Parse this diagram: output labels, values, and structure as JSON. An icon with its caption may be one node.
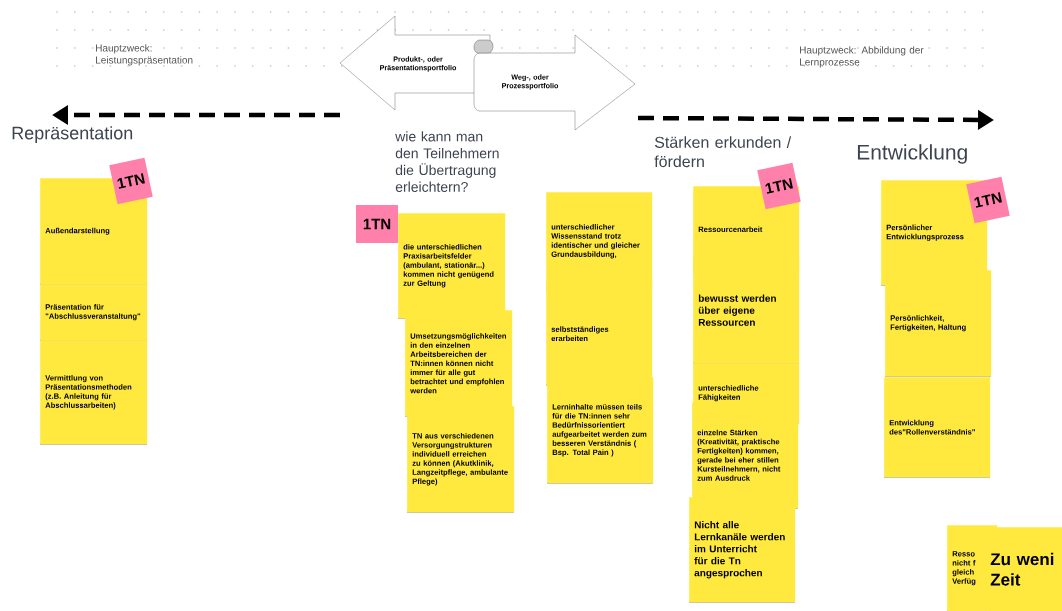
{
  "diagram": {
    "nodes": [
      {
        "text": [
          "Produkt-, oder Präsentationsportfolio"
        ]
      },
      {
        "text": [
          "Weg-, oder Prozessportfolio"
        ]
      },
      {
        "text": [
          "1TN"
        ]
      },
      {
        "text": [
          "Außendarstellung"
        ]
      },
      {
        "text": [
          "Präsentation für \"Abschlussveranstaltung\""
        ]
      },
      {
        "text": [
          "Vermittlung von Präsentationsmethoden (z.B. Anleitung für Abschlussarbeiten)"
        ]
      },
      {
        "text": [
          "1TN"
        ]
      },
      {
        "text": [
          "die unterschiedlichen Praxisarbeitsfelder (ambulant, stationär...) kommen nicht genügend zur Geltung"
        ]
      },
      {
        "text": [
          "Umsetzungsmöglichkeiten in den einzelnen Arbeitsbereichen der TN:innen können nicht immer für alle gut betrachtet und empfohlen werden"
        ]
      },
      {
        "text": [
          "TN aus verschiedenen Versorgungstrukturen individuell erreichen zu können (Akutklinik, Langzeitpflege, ambulante Pflege)"
        ]
      },
      {
        "text": [
          "unterschiedlicher Wissensstand trotz identischer und gleicher Grundausbildung,"
        ]
      },
      {
        "text": [
          "selbstständiges erarbeiten"
        ]
      },
      {
        "text": [
          "Lerninhalte müssen teils für die TN:innen sehr Bedürfnissorientiert aufgearbeitet werden zum besseren Verständnis ( Bsp. Total Pain )"
        ]
      },
      {
        "text": [
          "1TN"
        ]
      },
      {
        "text": [
          "Ressourcenarbeit"
        ]
      },
      {
        "text": [
          "bewusst werden über eigene Ressourcen"
        ]
      },
      {
        "text": [
          "unterschiedliche Fähigkeiten"
        ]
      },
      {
        "text": [
          "einzelne Stärken (Kreativität, praktische Fertigkeiten) kommen, gerade bei eher stillen Kursteilnehmern, nicht zum Ausdruck"
        ]
      },
      {
        "text": [
          "Nicht alle Lernkanäle werden im Unterricht für die Tn angesprochen"
        ]
      },
      {
        "text": [
          "1TN"
        ]
      },
      {
        "text": [
          "Persönlicher Entwicklungsprozess"
        ]
      },
      {
        "text": [
          "Persönlichkeit, Fertigkeiten, Haltung"
        ]
      },
      {
        "text": [
          "Entwicklung des\"Rollenverständnis\""
        ]
      },
      {
        "text": [
          "Resso nicht f gleich Verfüg"
        ]
      },
      {
        "text": [
          "Zu weni Zeit"
        ]
      }
    ],
    "labels": [
      "Hauptzweck: Leistungspräsentation",
      "Hauptzweck: Abbildung der Lernprozesse",
      "Repräsentation",
      "wie kann man den Teilnehmern die Übertragung erleichtern?",
      "Stärken erkunden / fördern",
      "Entwicklung"
    ]
  }
}
